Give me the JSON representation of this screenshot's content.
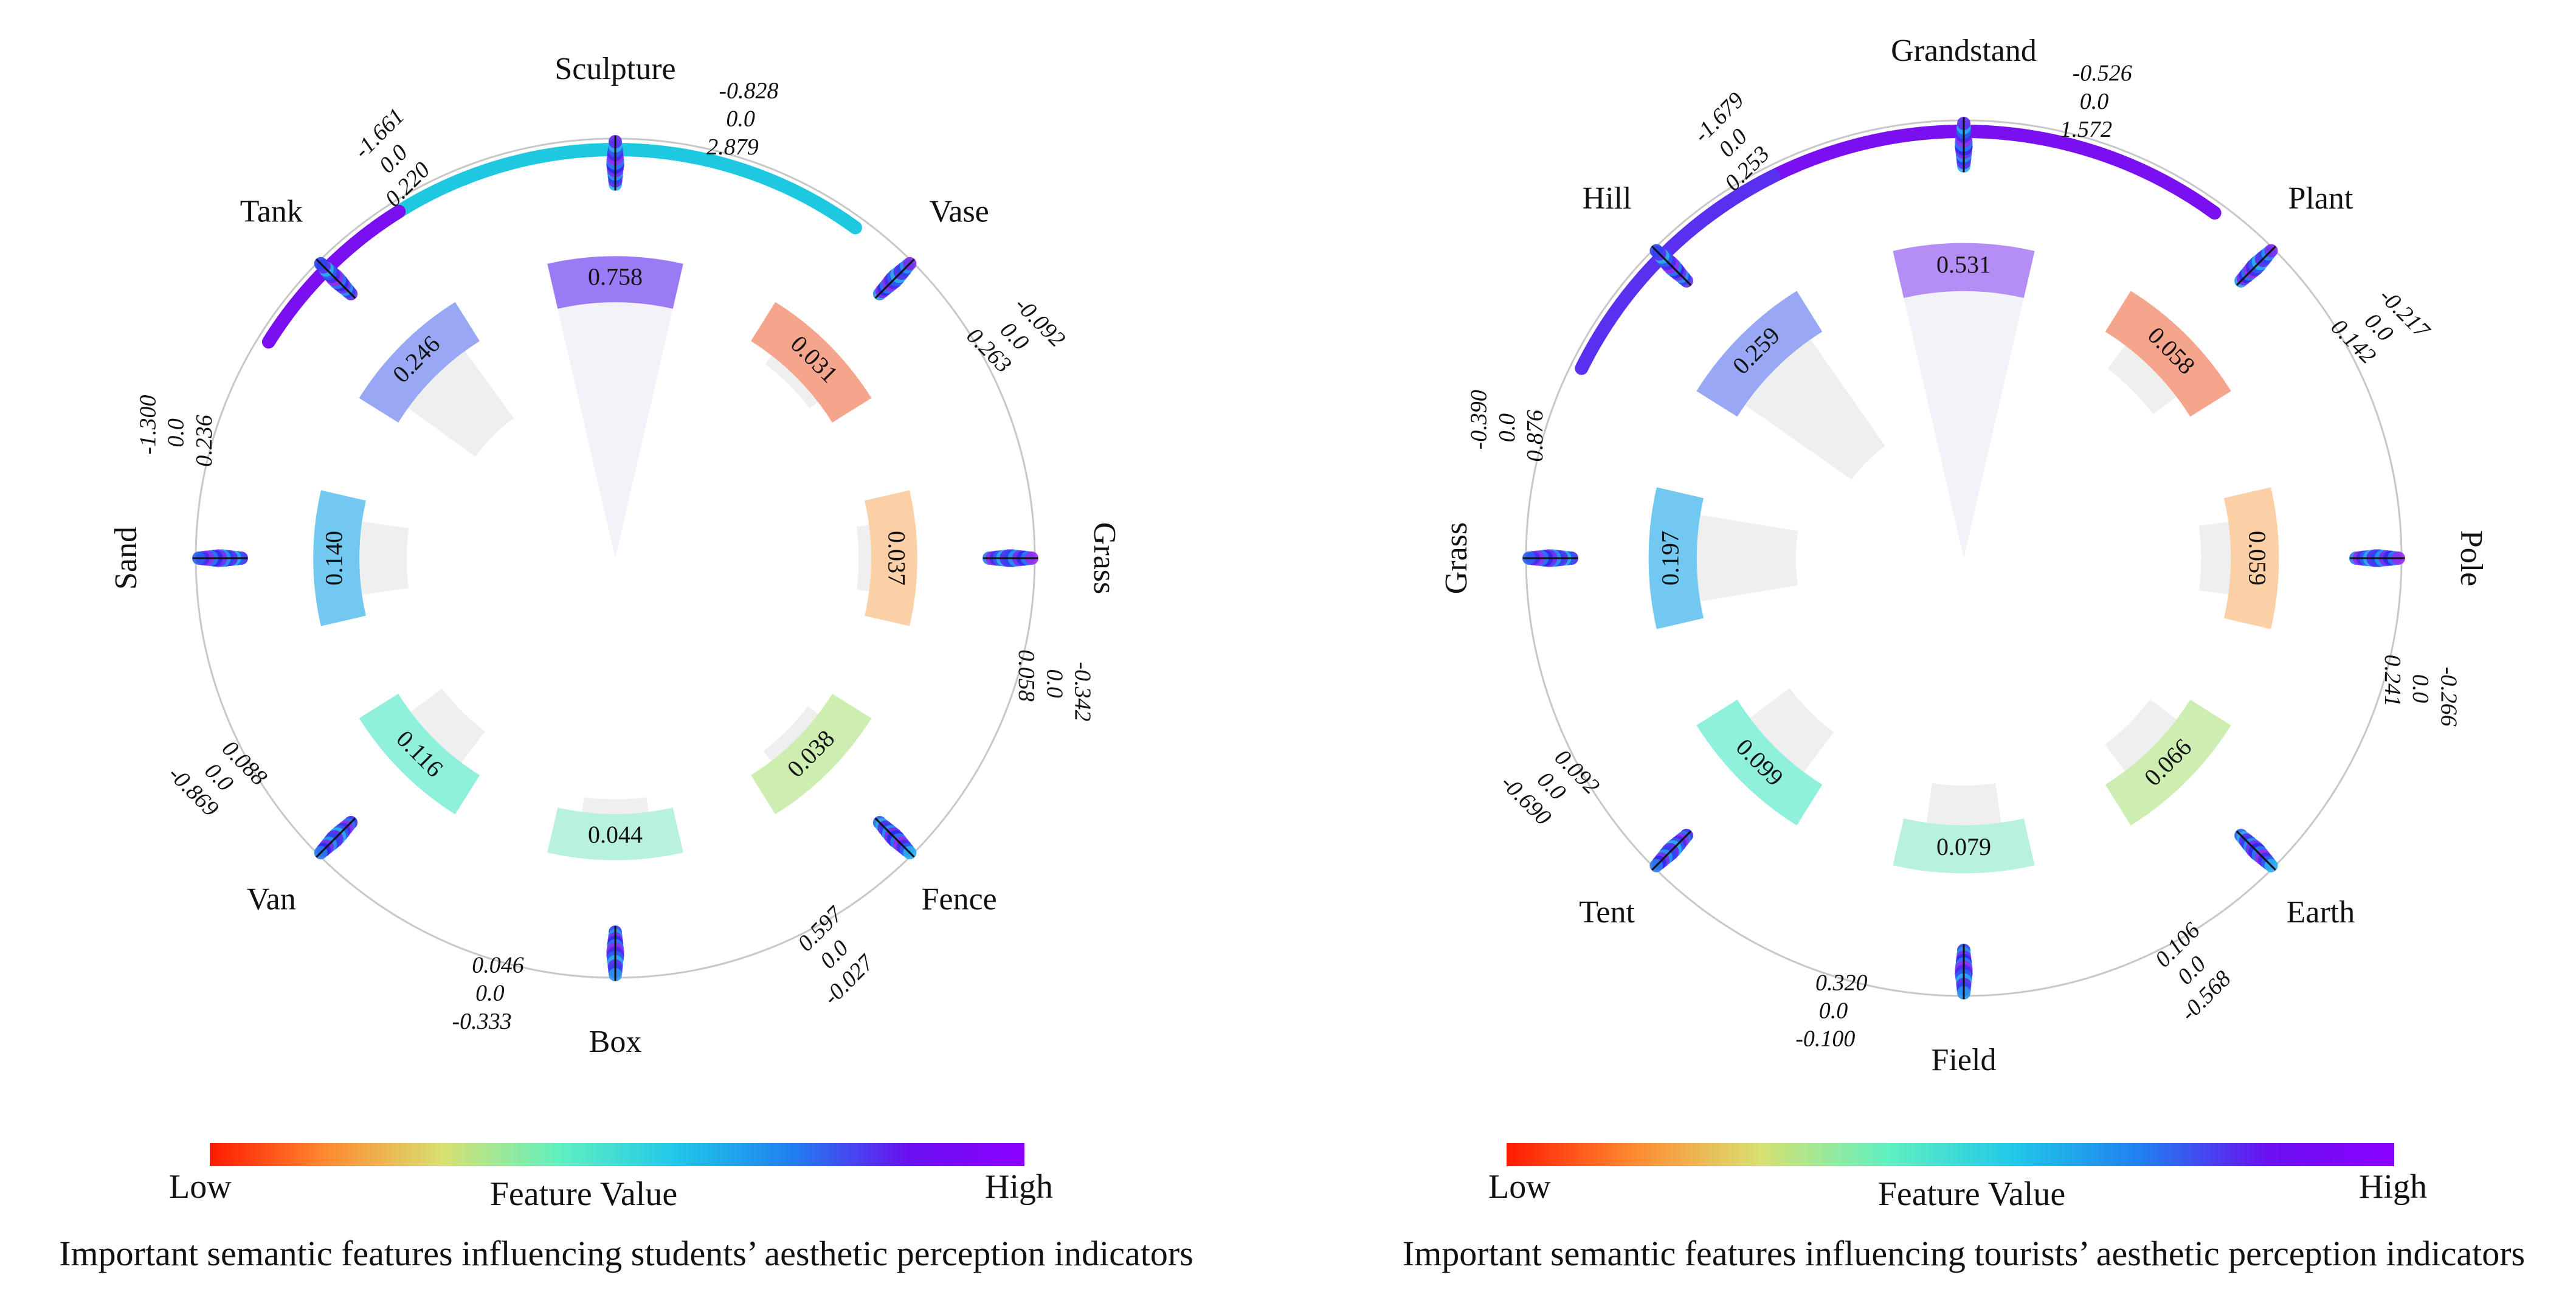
{
  "colors": {
    "low": "#ff1a00",
    "high": "#8a00ff",
    "ring": "#c8c8c8",
    "shadow": "#e8e8ec"
  },
  "colorbar": {
    "low_label": "Low",
    "high_label": "High",
    "title": "Feature Value"
  },
  "chart_data": [
    {
      "type": "circular-shap-importance",
      "caption": "Important semantic features influencing students’ aesthetic perception indicators",
      "features": [
        {
          "name": "Sculpture",
          "importance": 0.758,
          "max": "2.879",
          "zero": "0.0",
          "min": "-0.828",
          "color": "#9b7bf5",
          "arc_color": "#1ec8e0"
        },
        {
          "name": "Vase",
          "importance": 0.031,
          "max": "0.263",
          "zero": "0.0",
          "min": "-0.092",
          "color": "#f5a58c",
          "arc_color": ""
        },
        {
          "name": "Grass",
          "importance": 0.037,
          "max": "0.058",
          "zero": "0.0",
          "min": "-0.342",
          "color": "#fbd0a6",
          "arc_color": ""
        },
        {
          "name": "Fence",
          "importance": 0.038,
          "max": "0.597",
          "zero": "0.0",
          "min": "-0.027",
          "color": "#cdeeb0",
          "arc_color": ""
        },
        {
          "name": "Box",
          "importance": 0.044,
          "max": "0.046",
          "zero": "0.0",
          "min": "-0.333",
          "color": "#b8f2dd",
          "arc_color": ""
        },
        {
          "name": "Van",
          "importance": 0.116,
          "max": "0.088",
          "zero": "0.0",
          "min": "-0.869",
          "color": "#8ff0dc",
          "arc_color": ""
        },
        {
          "name": "Sand",
          "importance": 0.14,
          "max": "0.236",
          "zero": "0.0",
          "min": "-1.300",
          "color": "#72c8f0",
          "arc_color": ""
        },
        {
          "name": "Tank",
          "importance": 0.246,
          "max": "0.220",
          "zero": "0.0",
          "min": "-1.661",
          "color": "#98a8f4",
          "arc_color": "#7a10f0"
        }
      ]
    },
    {
      "type": "circular-shap-importance",
      "caption": "Important semantic features influencing tourists’ aesthetic perception indicators",
      "features": [
        {
          "name": "Grandstand",
          "importance": 0.531,
          "max": "1.572",
          "zero": "0.0",
          "min": "-0.526",
          "color": "#b48ef5",
          "arc_color": "#7a10f0"
        },
        {
          "name": "Plant",
          "importance": 0.058,
          "max": "0.142",
          "zero": "0.0",
          "min": "-0.217",
          "color": "#f5a58c",
          "arc_color": ""
        },
        {
          "name": "Pole",
          "importance": 0.059,
          "max": "0.241",
          "zero": "0.0",
          "min": "-0.266",
          "color": "#fbd0a6",
          "arc_color": ""
        },
        {
          "name": "Earth",
          "importance": 0.066,
          "max": "0.106",
          "zero": "0.0",
          "min": "-0.568",
          "color": "#cdeeb0",
          "arc_color": ""
        },
        {
          "name": "Field",
          "importance": 0.079,
          "max": "0.320",
          "zero": "0.0",
          "min": "-0.100",
          "color": "#b8f2dd",
          "arc_color": ""
        },
        {
          "name": "Tent",
          "importance": 0.099,
          "max": "0.092",
          "zero": "0.0",
          "min": "-0.690",
          "color": "#8ff0dc",
          "arc_color": ""
        },
        {
          "name": "Grass",
          "importance": 0.197,
          "max": "0.876",
          "zero": "0.0",
          "min": "-0.390",
          "color": "#72c8f0",
          "arc_color": ""
        },
        {
          "name": "Hill",
          "importance": 0.259,
          "max": "0.253",
          "zero": "0.0",
          "min": "-1.679",
          "color": "#98a8f4",
          "arc_color": "#5a30f0"
        }
      ]
    }
  ]
}
